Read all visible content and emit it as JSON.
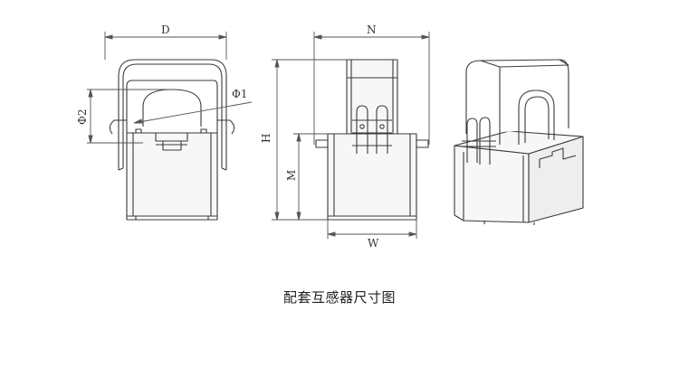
{
  "dimensions": {
    "D": "D",
    "N": "N",
    "H": "H",
    "M": "M",
    "W": "W",
    "phi1": "Φ1",
    "phi2": "Φ2"
  },
  "caption": "配套互感器尺寸图",
  "colors": {
    "line": "#3a3a3a",
    "fill_light": "#f7f7f7",
    "fill_mid": "#eeeeee"
  }
}
